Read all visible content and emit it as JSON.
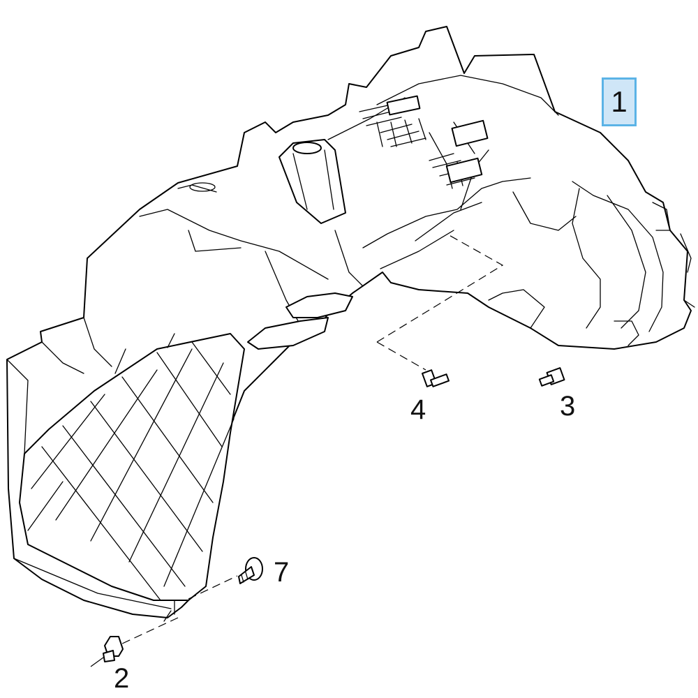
{
  "callouts": {
    "part_1": "1",
    "part_2": "2",
    "part_3": "3",
    "part_4": "4",
    "part_7": "7"
  },
  "colors": {
    "highlight_fill": "#cfe6f7",
    "highlight_border": "#5bb3e6",
    "line": "#000000"
  }
}
